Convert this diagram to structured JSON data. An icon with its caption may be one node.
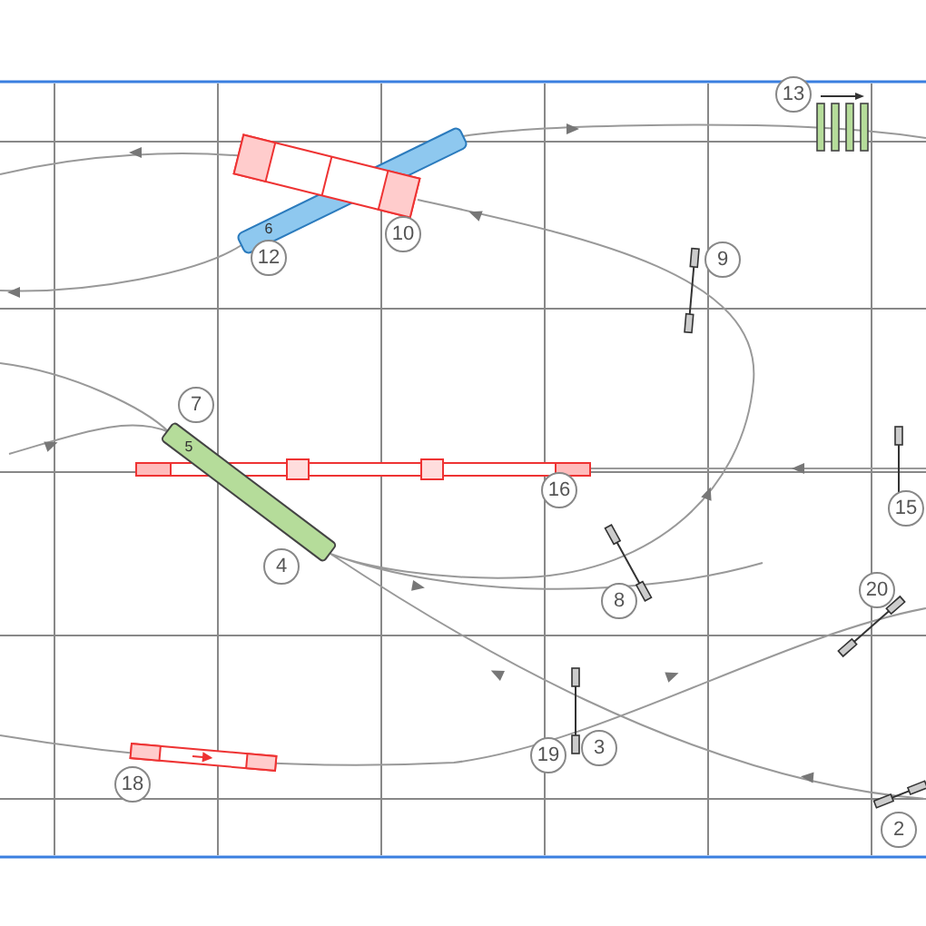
{
  "diagram": {
    "labels": [
      "13",
      "10",
      "6",
      "12",
      "9",
      "7",
      "5",
      "16",
      "15",
      "4",
      "8",
      "20",
      "19",
      "3",
      "18",
      "2"
    ]
  }
}
